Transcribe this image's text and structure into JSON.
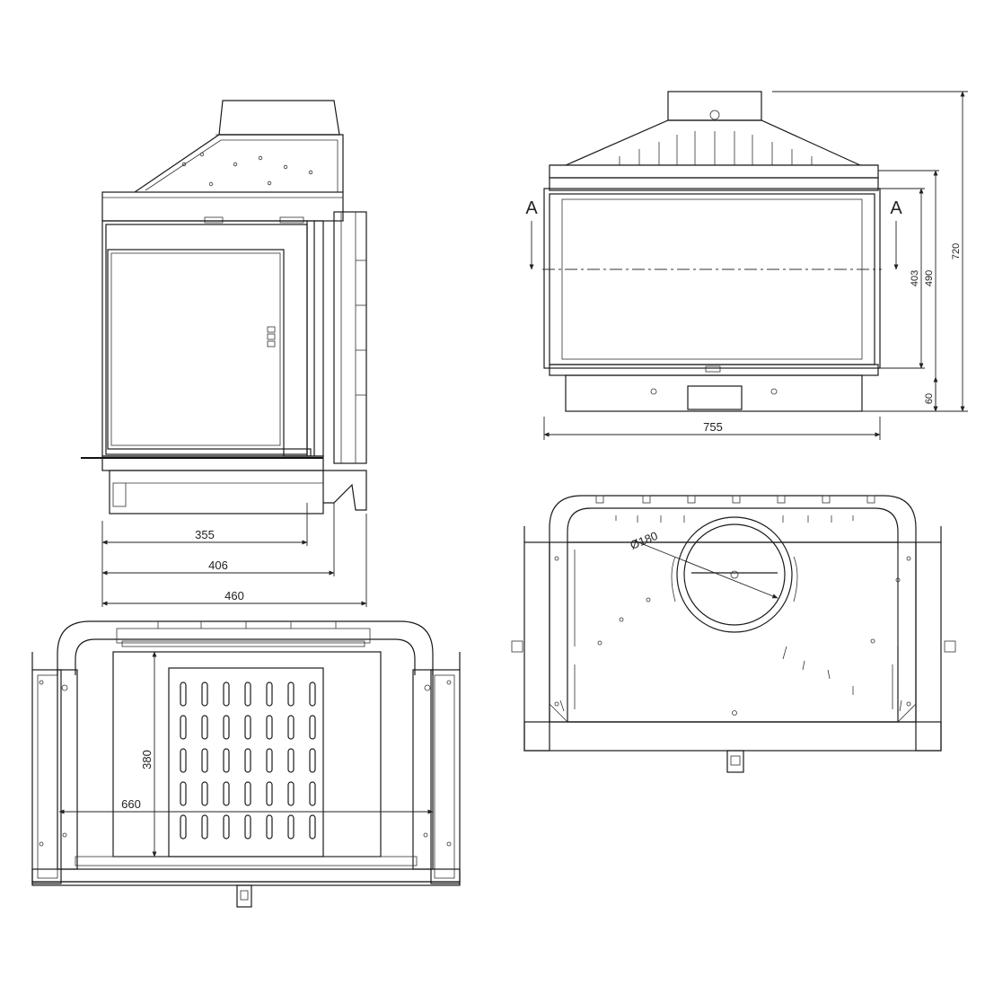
{
  "side_view": {
    "dims": [
      "355",
      "406",
      "460"
    ]
  },
  "front_view": {
    "section_label": "A",
    "dims": {
      "width": "755",
      "d403": "403",
      "d490": "490",
      "d60": "60",
      "d720": "720"
    }
  },
  "bottom_view": {
    "dims": {
      "depth": "380",
      "width": "660"
    }
  },
  "top_view": {
    "flue_diameter": "Ø180"
  }
}
